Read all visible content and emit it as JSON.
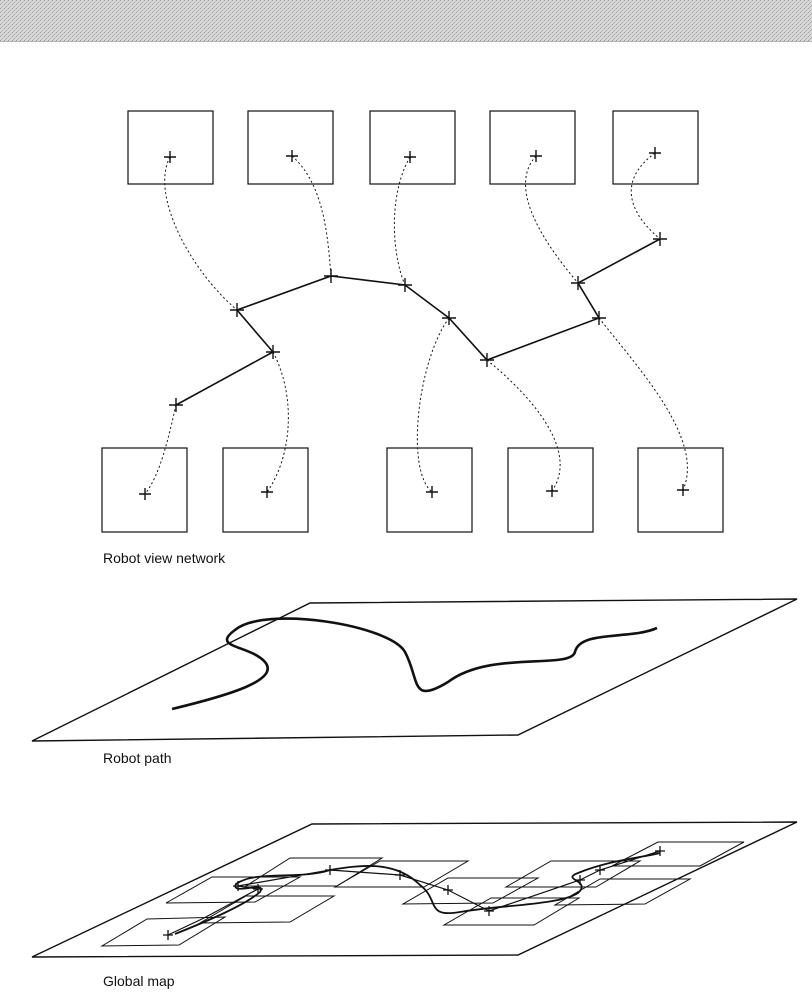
{
  "captions": {
    "network": "Robot view network",
    "path": "Robot path",
    "map": "Global map"
  },
  "colors": {
    "ink": "#111111",
    "header_gray": "#c8c8c8"
  }
}
